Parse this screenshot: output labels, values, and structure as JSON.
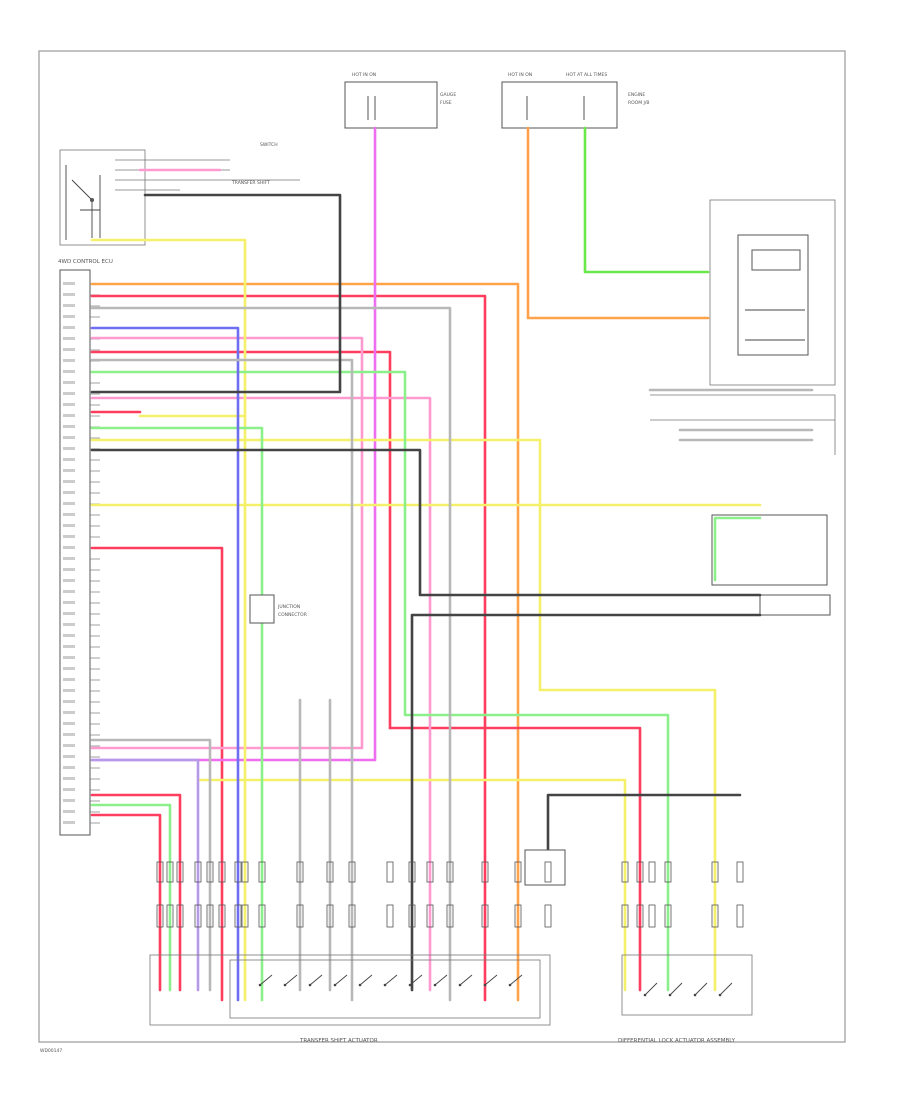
{
  "diagram": {
    "colors": {
      "red": "#ff3d5e",
      "pink": "#ff9ad0",
      "magenta": "#ee6df0",
      "orange": "#ffa24a",
      "yellow": "#f5f06a",
      "green": "#8bf08a",
      "bright_green": "#69e84a",
      "blue": "#6e6ef2",
      "violet": "#b59ae8",
      "gray": "#b8b8b8",
      "black": "#333333",
      "frame": "#9a9a9a"
    },
    "labels": {
      "ecu_main": "4WD CONTROL ECU",
      "top_fuse_left": "HOT IN ON",
      "top_fuse_right": "HOT AT ALL TIMES",
      "transfer_actuator": "TRANSFER SHIFT ACTUATOR",
      "diff_actuator": "DIFFERENTIAL LOCK ACTUATOR ASSEMBLY",
      "footer_id": "WD00147"
    }
  }
}
